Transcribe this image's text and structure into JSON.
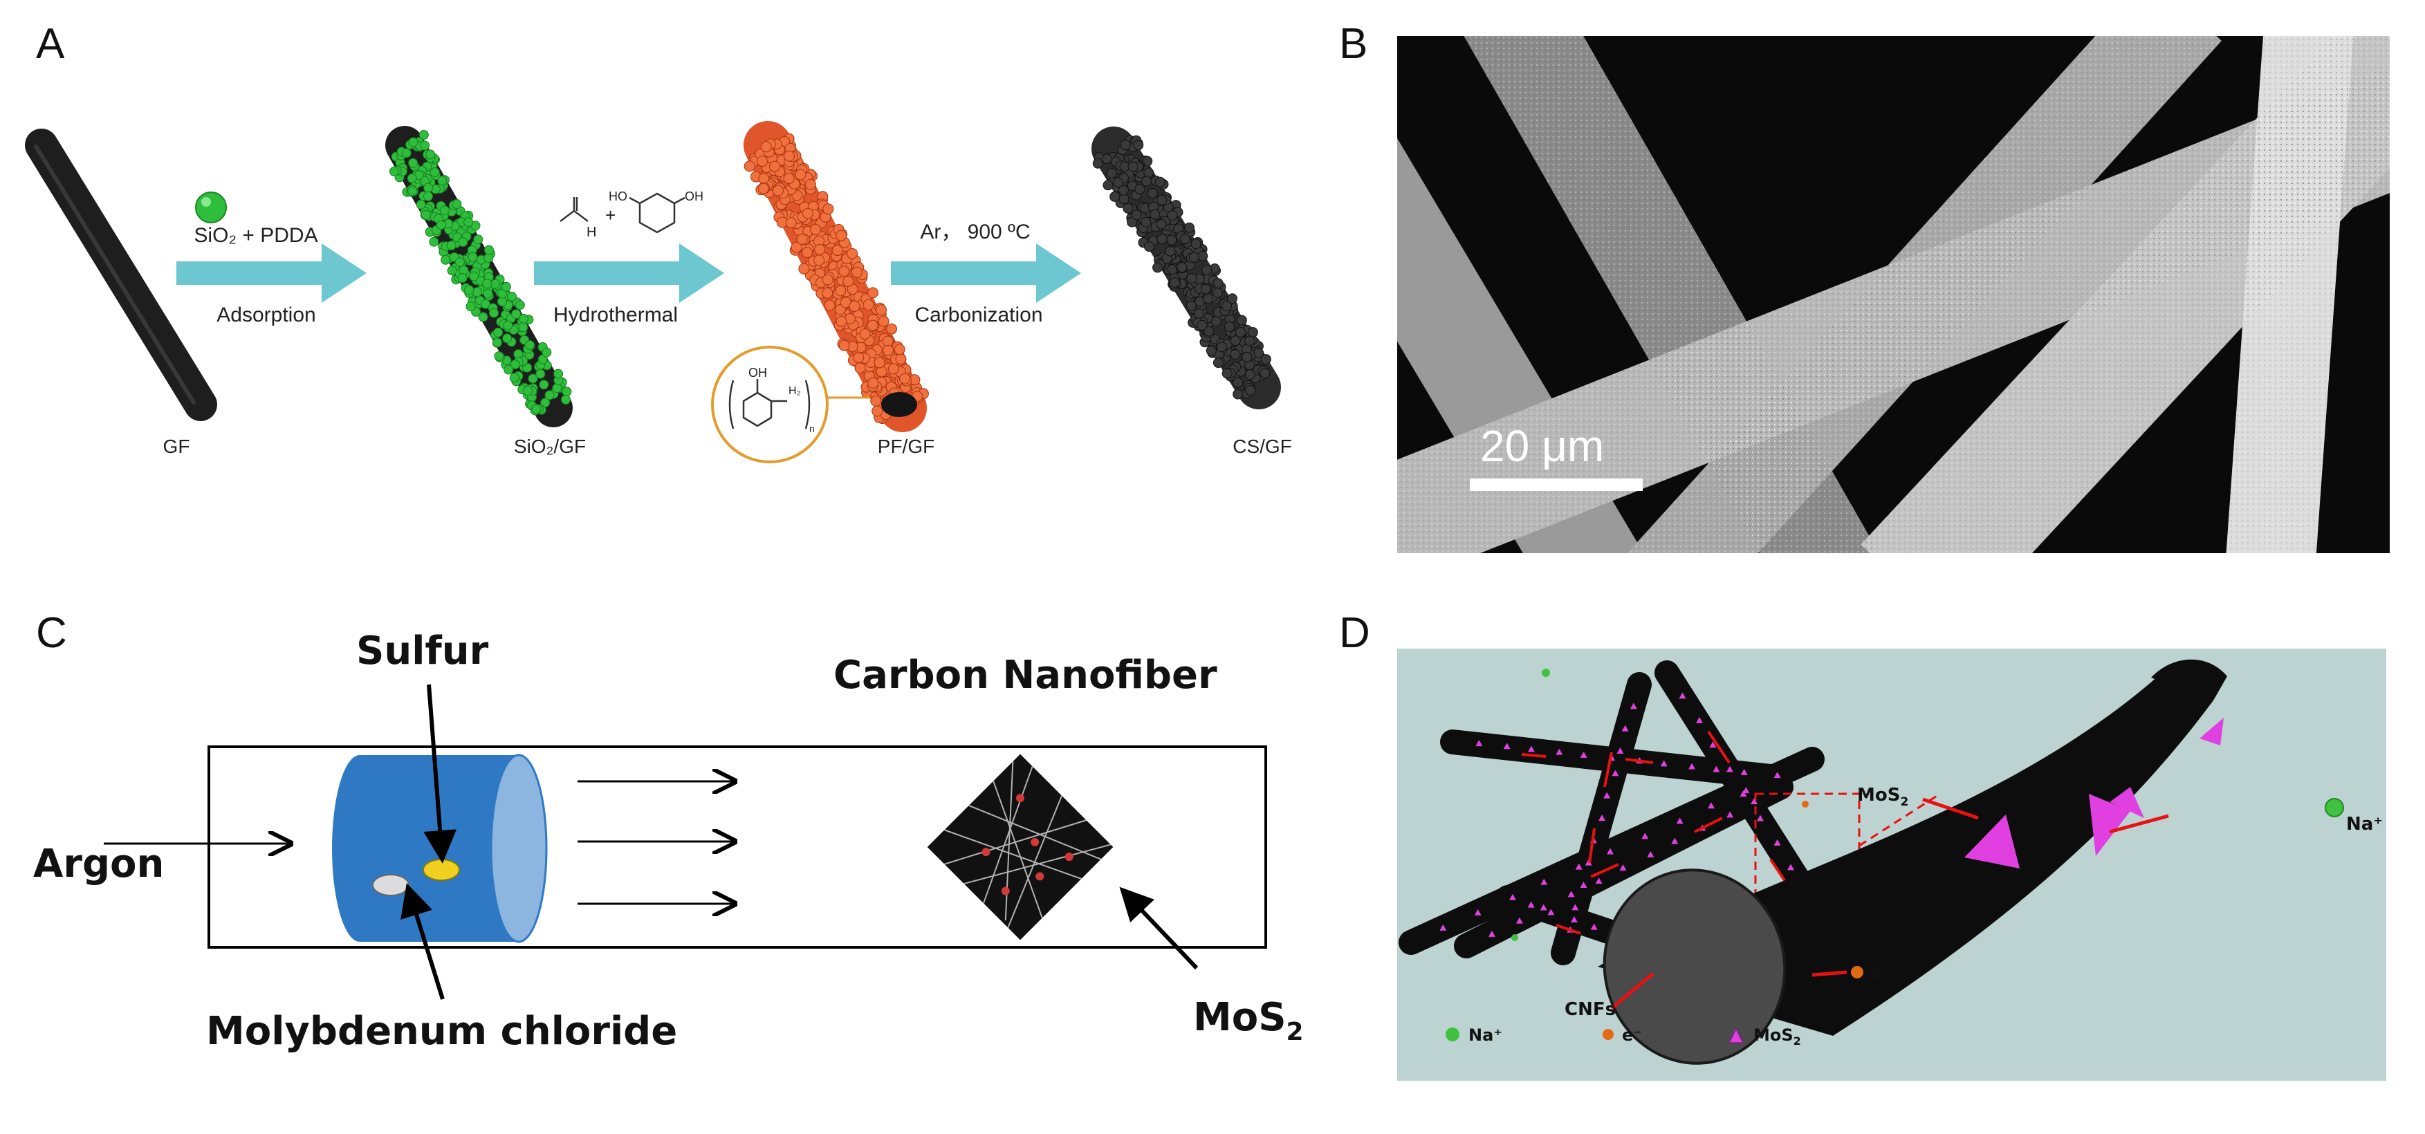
{
  "panels": {
    "a": {
      "letter": "A",
      "steps": [
        {
          "top": "SiO₂ + PDDA",
          "bottom": "Adsorption"
        },
        {
          "top": "",
          "bottom": "Hydrothermal"
        },
        {
          "top": "Ar， 900 ºC",
          "bottom": "Carbonization"
        }
      ],
      "labels": [
        "GF",
        "SiO₂/GF",
        "PF/GF",
        "CS/GF"
      ],
      "inset": {
        "oh": "OH",
        "h2": "H₂",
        "n": "n"
      },
      "reagents": {
        "formaldehyde_h": "H",
        "resorcinol_oh1": "HO",
        "resorcinol_oh2": "OH"
      },
      "colors": {
        "arrow": "#6cc7d0",
        "sio2": "#2fbd3c",
        "pf": "#e0552a",
        "fiber": "#1e1e1e",
        "ring": "#e59b2a"
      }
    },
    "b": {
      "letter": "B",
      "scale_bar": "20 μm"
    },
    "c": {
      "letter": "C",
      "sulfur": "Sulfur",
      "argon": "Argon",
      "molybdenum": "Molybdenum chloride",
      "carbon_nanofiber": "Carbon Nanofiber",
      "mos2_base": "MoS",
      "mos2_sub": "2",
      "colors": {
        "tube_blue": "#2f78c4",
        "tube_face": "#8cb5e0",
        "sulfur": "#f0d020"
      }
    },
    "d": {
      "letter": "D",
      "mos2_base": "MoS",
      "mos2_sub": "2",
      "na": "Na⁺",
      "electron": "e⁻",
      "cnfs": "CNFs",
      "legend": {
        "na": "Na⁺",
        "electron": "e⁻",
        "mos2_base": "MoS",
        "mos2_sub": "2"
      },
      "colors": {
        "background": "#bdd3d1",
        "fiber": "#0d0d0d",
        "mos2": "#e040e0",
        "arrow": "#e81010",
        "na": "#3fc23f",
        "electron": "#e36a12"
      }
    }
  }
}
